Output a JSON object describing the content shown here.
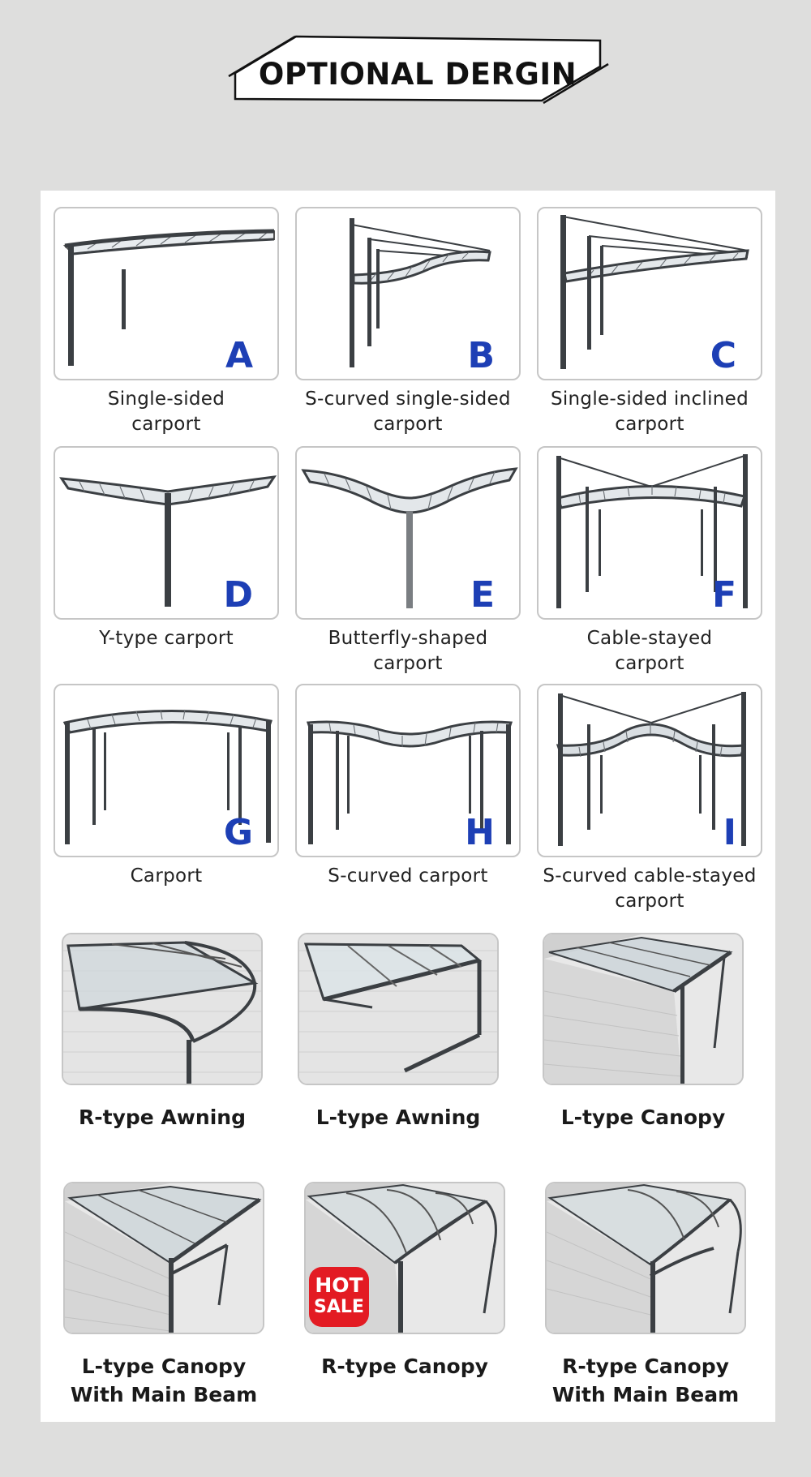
{
  "header": {
    "title": "OPTIONAL DERGIN"
  },
  "carports": [
    {
      "letter": "A",
      "caption": [
        "Single-sided",
        "carport"
      ]
    },
    {
      "letter": "B",
      "caption": [
        "S-curved single-sided",
        "carport"
      ]
    },
    {
      "letter": "C",
      "caption": [
        "Single-sided inclined",
        "carport"
      ]
    },
    {
      "letter": "D",
      "caption": [
        "Y-type carport"
      ]
    },
    {
      "letter": "E",
      "caption": [
        "Butterfly-shaped",
        "carport"
      ]
    },
    {
      "letter": "F",
      "caption": [
        "Cable-stayed",
        "carport"
      ]
    },
    {
      "letter": "G",
      "caption": [
        "Carport"
      ]
    },
    {
      "letter": "H",
      "caption": [
        "S-curved carport"
      ]
    },
    {
      "letter": "I",
      "caption": [
        "S-curved cable-stayed",
        "carport"
      ]
    }
  ],
  "awnings": [
    {
      "caption": [
        "R-type Awning"
      ]
    },
    {
      "caption": [
        "L-type Awning"
      ]
    },
    {
      "caption": [
        "L-type Canopy"
      ]
    },
    {
      "caption": [
        "L-type Canopy",
        "With Main Beam"
      ]
    },
    {
      "caption": [
        "R-type Canopy"
      ]
    },
    {
      "caption": [
        "R-type Canopy",
        "With Main Beam"
      ]
    }
  ],
  "badge": {
    "line1": "HOT",
    "line2": "SALE"
  },
  "colors": {
    "page_bg": "#dededd",
    "panel_bg": "#ffffff",
    "letter": "#1d3fb5",
    "frame": "#3b3f43",
    "badge": "#e31b23"
  }
}
